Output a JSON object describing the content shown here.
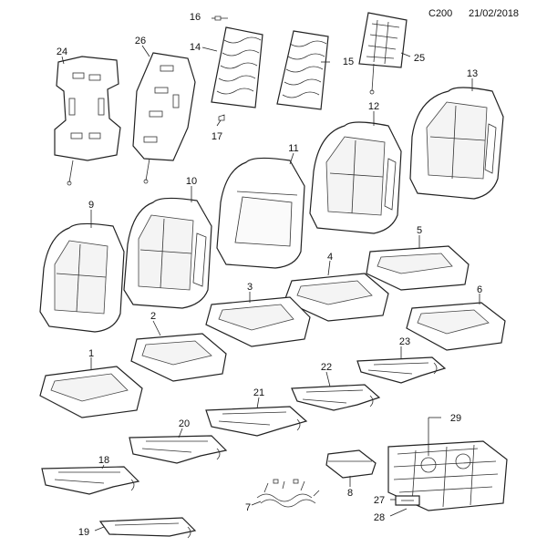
{
  "header": {
    "code": "C200",
    "date": "21/02/2018"
  },
  "callouts": {
    "p1": "1",
    "p2": "2",
    "p3": "3",
    "p4": "4",
    "p5": "5",
    "p6": "6",
    "p7": "7",
    "p8": "8",
    "p9": "9",
    "p10": "10",
    "p11": "11",
    "p12": "12",
    "p13": "13",
    "p14": "14",
    "p15": "15",
    "p16": "16",
    "p17": "17",
    "p18": "18",
    "p19": "19",
    "p20": "20",
    "p21": "21",
    "p22": "22",
    "p23": "23",
    "p24": "24",
    "p25": "25",
    "p26": "26",
    "p27": "27",
    "p28": "28",
    "p29": "29"
  }
}
